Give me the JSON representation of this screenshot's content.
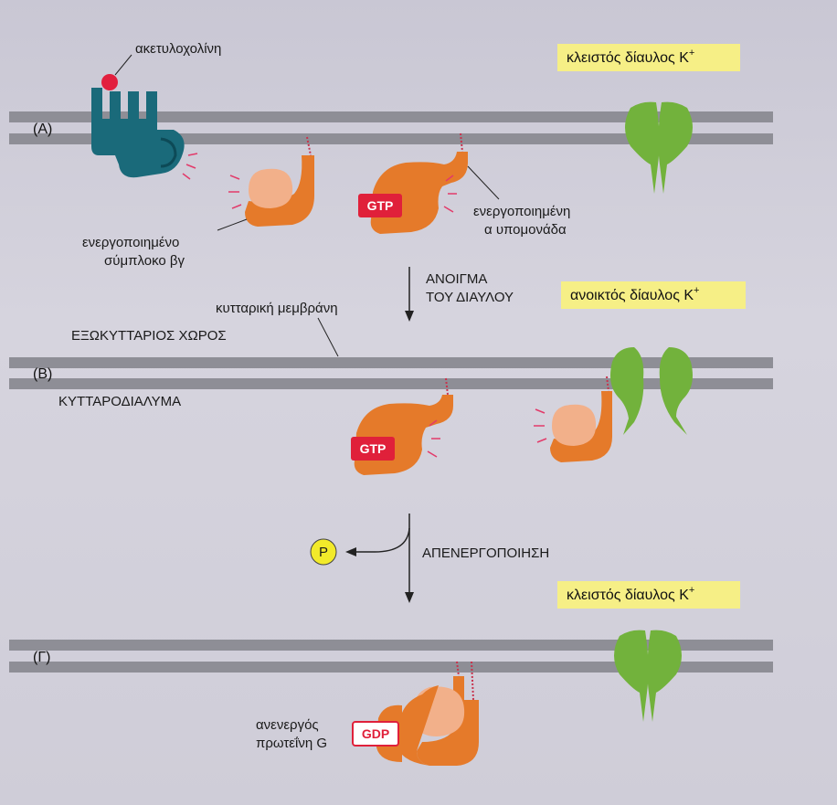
{
  "panels": {
    "a": "(A)",
    "b": "(B)",
    "c": "(Γ)"
  },
  "labels": {
    "acetylcholine": "ακετυλοχολίνη",
    "closed_channel_top": "κλειστός δίαυλος K",
    "closed_channel_bottom": "κλειστός δίαυλος K",
    "open_channel": "ανοικτός δίαυλος K",
    "plus": "+",
    "activated_bg_line1": "ενεργοποιημένο",
    "activated_bg_line2": "σύμπλοκο βγ",
    "activated_alpha_line1": "ενεργοποιημένη",
    "activated_alpha_line2": "α υπομονάδα",
    "channel_opening_line1": "ΑΝΟΙΓΜΑ",
    "channel_opening_line2": "ΤΟΥ ΔΙΑΥΛΟΥ",
    "cell_membrane": "κυτταρική μεμβράνη",
    "extracellular": "ΕΞΩΚΥΤΤΑΡΙΟΣ ΧΩΡΟΣ",
    "cytosol": "ΚΥΤΤΑΡΟΔΙΑΛΥΜΑ",
    "inactivation": "ΑΠΕΝΕΡΓΟΠΟΙΗΣΗ",
    "phosphate": "P",
    "inactive_g_line1": "ανενεργός",
    "inactive_g_line2": "πρωτεΐνη G",
    "gtp_a": "GTP",
    "gtp_b": "GTP",
    "gdp": "GDP"
  },
  "colors": {
    "membrane": "#8e8e96",
    "receptor": "#1a6a7a",
    "ligand": "#e21f3e",
    "alpha": "#e57a2a",
    "betagamma": "#f2b08a",
    "channel": "#72b23c",
    "gtp_badge": "#e0203a",
    "channel_label_bg": "#f6ef86",
    "phosphate": "#f2ea2a"
  }
}
